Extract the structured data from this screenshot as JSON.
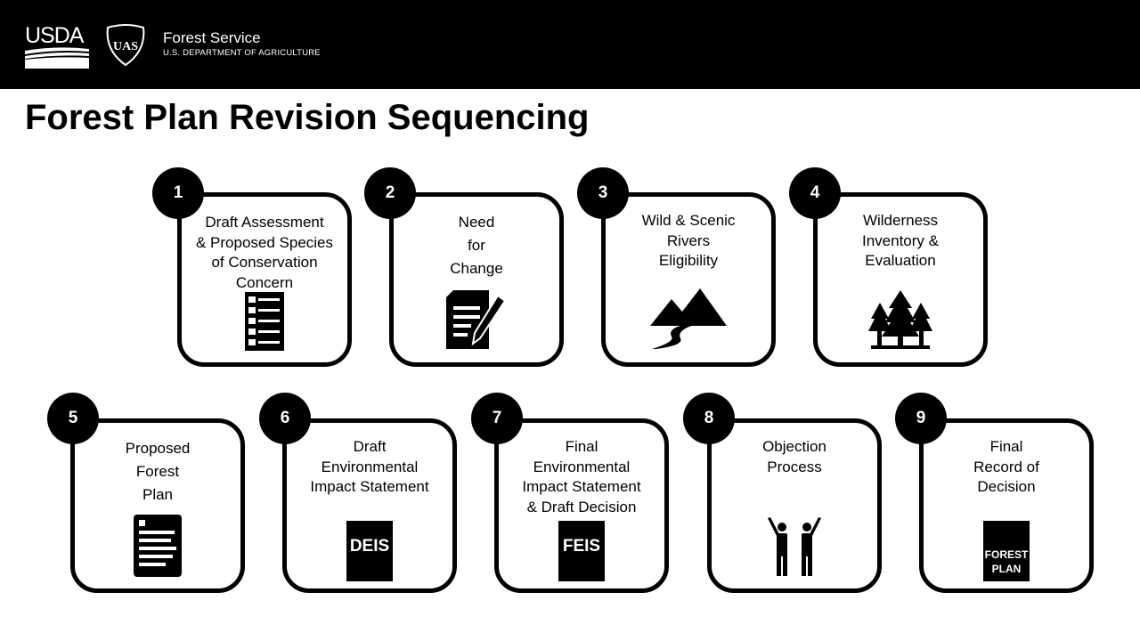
{
  "header": {
    "usda": "USDA",
    "agency": "Forest Service",
    "department": "U.S. DEPARTMENT OF AGRICULTURE",
    "shield_text": "UAS"
  },
  "title": "Forest Plan Revision Sequencing",
  "steps": [
    {
      "number": "1",
      "label": "Draft Assessment\n& Proposed Species\nof Conservation\nConcern",
      "icon": "checklist-icon"
    },
    {
      "number": "2",
      "label": "Need\nfor\nChange",
      "icon": "document-pencil-icon"
    },
    {
      "number": "3",
      "label": "Wild & Scenic\nRivers\nEligibility",
      "icon": "mountain-river-icon"
    },
    {
      "number": "4",
      "label": "Wilderness\nInventory &\nEvaluation",
      "icon": "trees-icon"
    },
    {
      "number": "5",
      "label": "Proposed\nForest\nPlan",
      "icon": "document-icon"
    },
    {
      "number": "6",
      "label": "Draft\nEnvironmental\nImpact Statement",
      "icon": "deis-cover-icon",
      "cover": "DEIS"
    },
    {
      "number": "7",
      "label": "Final\nEnvironmental\nImpact Statement\n& Draft Decision",
      "icon": "feis-cover-icon",
      "cover": "FEIS"
    },
    {
      "number": "8",
      "label": "Objection\nProcess",
      "icon": "people-raising-hands-icon"
    },
    {
      "number": "9",
      "label": "Final\nRecord of\nDecision",
      "icon": "forest-plan-cover-icon",
      "cover": "FOREST\nPLAN"
    }
  ]
}
